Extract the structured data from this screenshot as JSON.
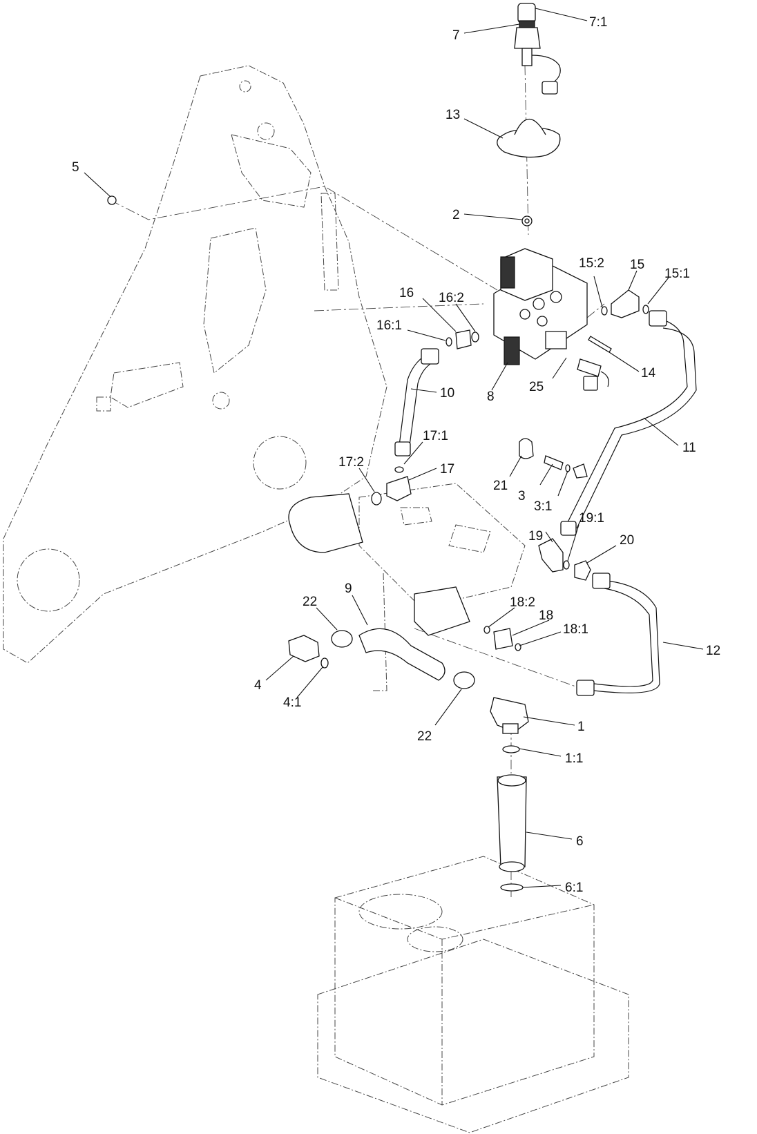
{
  "callouts": [
    {
      "id": "c-7-1",
      "label": "7:1"
    },
    {
      "id": "c-7",
      "label": "7"
    },
    {
      "id": "c-13",
      "label": "13"
    },
    {
      "id": "c-5",
      "label": "5"
    },
    {
      "id": "c-2",
      "label": "2"
    },
    {
      "id": "c-15-2",
      "label": "15:2"
    },
    {
      "id": "c-15",
      "label": "15"
    },
    {
      "id": "c-15-1",
      "label": "15:1"
    },
    {
      "id": "c-16",
      "label": "16"
    },
    {
      "id": "c-16-2",
      "label": "16:2"
    },
    {
      "id": "c-16-1",
      "label": "16:1"
    },
    {
      "id": "c-14",
      "label": "14"
    },
    {
      "id": "c-10",
      "label": "10"
    },
    {
      "id": "c-8",
      "label": "8"
    },
    {
      "id": "c-25",
      "label": "25"
    },
    {
      "id": "c-11",
      "label": "11"
    },
    {
      "id": "c-17-1",
      "label": "17:1"
    },
    {
      "id": "c-17-2",
      "label": "17:2"
    },
    {
      "id": "c-17",
      "label": "17"
    },
    {
      "id": "c-21",
      "label": "21"
    },
    {
      "id": "c-3",
      "label": "3"
    },
    {
      "id": "c-3-1",
      "label": "3:1"
    },
    {
      "id": "c-19",
      "label": "19"
    },
    {
      "id": "c-19-1",
      "label": "19:1"
    },
    {
      "id": "c-20",
      "label": "20"
    },
    {
      "id": "c-9",
      "label": "9"
    },
    {
      "id": "c-22a",
      "label": "22"
    },
    {
      "id": "c-18-2",
      "label": "18:2"
    },
    {
      "id": "c-18",
      "label": "18"
    },
    {
      "id": "c-18-1",
      "label": "18:1"
    },
    {
      "id": "c-12",
      "label": "12"
    },
    {
      "id": "c-4",
      "label": "4"
    },
    {
      "id": "c-4-1",
      "label": "4:1"
    },
    {
      "id": "c-22b",
      "label": "22"
    },
    {
      "id": "c-1",
      "label": "1"
    },
    {
      "id": "c-1-1",
      "label": "1:1"
    },
    {
      "id": "c-6",
      "label": "6"
    },
    {
      "id": "c-6-1",
      "label": "6:1"
    }
  ]
}
